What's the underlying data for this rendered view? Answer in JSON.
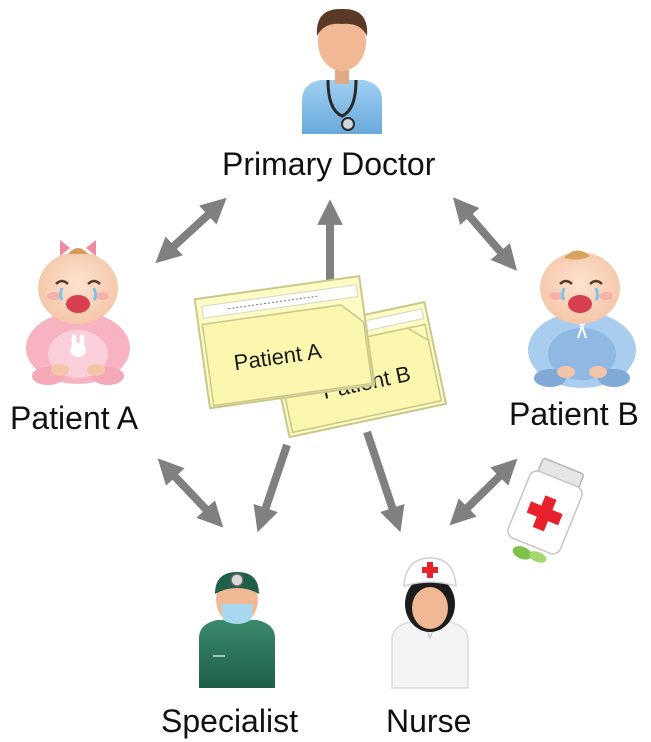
{
  "nodes": {
    "primary_doctor": "Primary Doctor",
    "patient_a": "Patient A",
    "patient_b": "Patient B",
    "specialist": "Specialist",
    "nurse": "Nurse"
  },
  "folders": {
    "front": "Patient A",
    "back": "Patient B"
  },
  "colors": {
    "arrow": "#808080",
    "folder_fill": "#fdfcc4",
    "folder_stroke": "#c9c78a",
    "doctor_shirt": "#8ec4ec",
    "patient_a_pink": "#f7b3c2",
    "patient_b_blue": "#a9cdee",
    "specialist_green": "#2f7a5f",
    "cross_red": "#e8222c"
  }
}
